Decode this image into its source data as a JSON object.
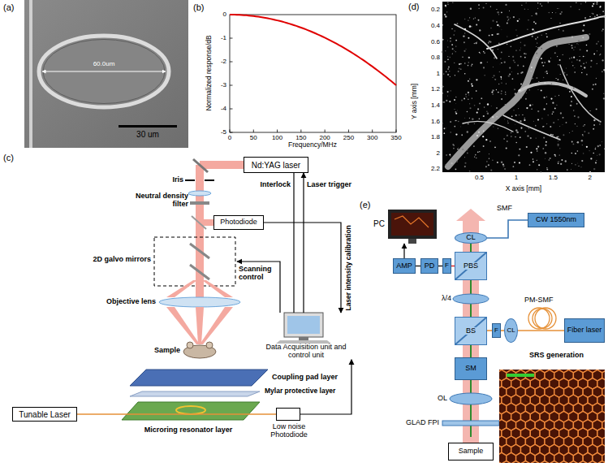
{
  "diagram": {
    "nodes": [
      {
        "text": [
          "Nd:YAG laser"
        ]
      },
      {
        "text": [
          "Photodiode"
        ]
      },
      {
        "text": [
          "Data Acquisition unit and control unit"
        ]
      },
      {
        "text": [
          "Tunable Laser"
        ]
      },
      {
        "text": [
          "Low noise Photodiode"
        ]
      },
      {
        "text": [
          "PC"
        ]
      },
      {
        "text": [
          "CW 1550nm"
        ]
      },
      {
        "text": [
          "CL"
        ]
      },
      {
        "text": [
          "AMP"
        ]
      },
      {
        "text": [
          "PD"
        ]
      },
      {
        "text": [
          "F"
        ]
      },
      {
        "text": [
          "PBS"
        ]
      },
      {
        "text": [
          "BS"
        ]
      },
      {
        "text": [
          "F"
        ]
      },
      {
        "text": [
          "CL"
        ]
      },
      {
        "text": [
          "Fiber laser"
        ]
      },
      {
        "text": [
          "SM"
        ]
      },
      {
        "text": [
          "Sample"
        ]
      }
    ],
    "edges": [
      {
        "from": 2,
        "to": 0,
        "arrow": "none"
      },
      {
        "from": 2,
        "to": 0,
        "arrow": "to"
      },
      {
        "from": 1,
        "to": 2,
        "arrow": "to"
      },
      {
        "from": 3,
        "to": 4,
        "arrow": "none"
      },
      {
        "from": 4,
        "to": 2,
        "arrow": "to"
      },
      {
        "from": 6,
        "to": 7,
        "arrow": "none"
      },
      {
        "from": 11,
        "to": 10,
        "arrow": "none"
      },
      {
        "from": 10,
        "to": 9,
        "arrow": "none"
      },
      {
        "from": 9,
        "to": 8,
        "arrow": "none"
      },
      {
        "from": 8,
        "to": 5,
        "arrow": "to"
      },
      {
        "from": 15,
        "to": 14,
        "arrow": "none"
      },
      {
        "from": 14,
        "to": 13,
        "arrow": "none"
      },
      {
        "from": 13,
        "to": 12,
        "arrow": "none"
      }
    ],
    "labels": [
      "(a)",
      "60.0um",
      "30 um",
      "(b)",
      "Normalized response/dB",
      "Frequency/MHz",
      "0",
      "-1",
      "-2",
      "-3",
      "-4",
      "-5",
      "0",
      "50",
      "100",
      "150",
      "200",
      "250",
      "300",
      "350",
      "(d)",
      "Y axis [mm]",
      "0.2",
      "0.4",
      "0.6",
      "0.8",
      "1",
      "1.2",
      "1.4",
      "1.6",
      "1.8",
      "2",
      "2.2",
      "X axis [mm]",
      "0.5",
      "1",
      "1.5",
      "2",
      "(c)",
      "Iris",
      "Neutral density filter",
      "2D galvo mirrors",
      "Objective lens",
      "Sample",
      "Coupling pad layer",
      "Mylar protective layer",
      "Microring resonator layer",
      "Interlock",
      "Laser trigger",
      "Scanning control",
      "Laser intensity calibration",
      "(e)",
      "SMF",
      "λ/4",
      "PM-SMF",
      "SRS generation",
      "OL",
      "GLAD FPI"
    ]
  }
}
